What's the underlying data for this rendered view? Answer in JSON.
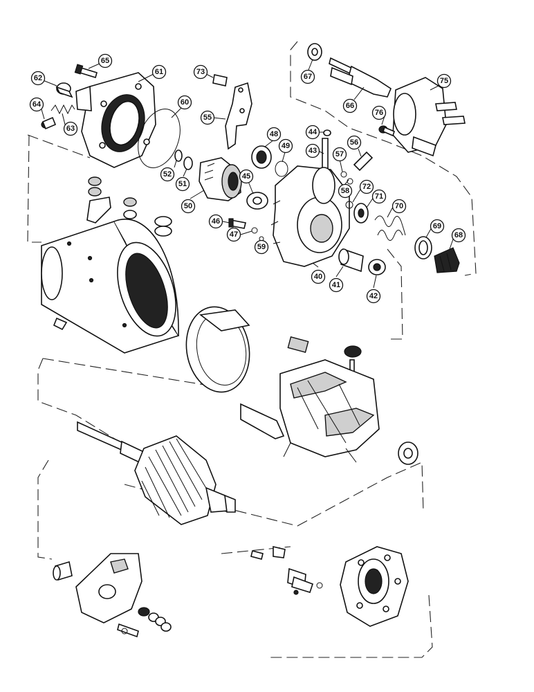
{
  "callouts": [
    {
      "id": "65",
      "label": "65"
    },
    {
      "id": "62",
      "label": "62"
    },
    {
      "id": "61",
      "label": "61"
    },
    {
      "id": "73",
      "label": "73"
    },
    {
      "id": "67",
      "label": "67"
    },
    {
      "id": "75",
      "label": "75"
    },
    {
      "id": "64",
      "label": "64"
    },
    {
      "id": "63",
      "label": "63"
    },
    {
      "id": "60",
      "label": "60"
    },
    {
      "id": "55",
      "label": "55"
    },
    {
      "id": "66",
      "label": "66"
    },
    {
      "id": "76",
      "label": "76"
    },
    {
      "id": "44",
      "label": "44"
    },
    {
      "id": "48",
      "label": "48"
    },
    {
      "id": "49",
      "label": "49"
    },
    {
      "id": "43",
      "label": "43"
    },
    {
      "id": "56",
      "label": "56"
    },
    {
      "id": "57",
      "label": "57"
    },
    {
      "id": "52",
      "label": "52"
    },
    {
      "id": "51",
      "label": "51"
    },
    {
      "id": "45",
      "label": "45"
    },
    {
      "id": "58",
      "label": "58"
    },
    {
      "id": "72",
      "label": "72"
    },
    {
      "id": "71",
      "label": "71"
    },
    {
      "id": "50",
      "label": "50"
    },
    {
      "id": "70",
      "label": "70"
    },
    {
      "id": "46",
      "label": "46"
    },
    {
      "id": "47",
      "label": "47"
    },
    {
      "id": "59",
      "label": "59"
    },
    {
      "id": "69",
      "label": "69"
    },
    {
      "id": "68",
      "label": "68"
    },
    {
      "id": "40",
      "label": "40"
    },
    {
      "id": "41",
      "label": "41"
    },
    {
      "id": "42",
      "label": "42"
    }
  ]
}
